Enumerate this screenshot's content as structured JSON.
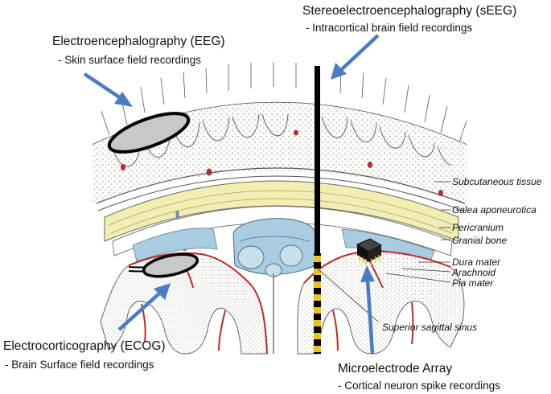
{
  "techniques": {
    "seeg": {
      "title": "Stereoelectroencephalography (sEEG)",
      "subtitle": "- Intracortical brain field recordings"
    },
    "eeg": {
      "title": "Electroencephalography (EEG)",
      "subtitle": "- Skin surface field recordings"
    },
    "ecog": {
      "title": "Electrocorticography (ECOG)",
      "subtitle": "- Brain Surface field recordings"
    },
    "array": {
      "title": "Microelectrode Array",
      "subtitle": "- Cortical neuron spike recordings"
    }
  },
  "anatomy": {
    "subcutaneous": "Subcutaneous tissue",
    "galea": "Galea aponeurotica",
    "pericranium": "Pericranium",
    "cranial_bone": "Cranial bone",
    "dura": "Dura mater",
    "arachnoid": "Arachnoid",
    "pia": "Pia mater",
    "sinus": "Superior sagittal sinus"
  },
  "colors": {
    "arrow": "#4a7cc4",
    "bone": "#f2eeb0",
    "csf": "#a9cce0",
    "vessel": "#c0282a",
    "electrode_gray": "#c8c8c8",
    "probe_yellow": "#f0c020"
  }
}
